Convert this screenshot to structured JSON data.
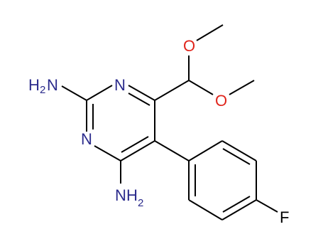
{
  "molecule": {
    "colors": {
      "bond": "#000000",
      "nitrogen": "#2b2b8c",
      "oxygen": "#e0241b",
      "fluorine": "#000000"
    },
    "labels": {
      "amine_top_main": "H",
      "amine_top_sub": "2",
      "amine_top_atom": "N",
      "ring_n_upper": "N",
      "ring_n_lower": "N",
      "amine_bottom_atom": "N",
      "amine_bottom_main": "H",
      "amine_bottom_sub": "2",
      "oxygen_top": "O",
      "oxygen_right": "O",
      "fluorine": "F"
    }
  }
}
